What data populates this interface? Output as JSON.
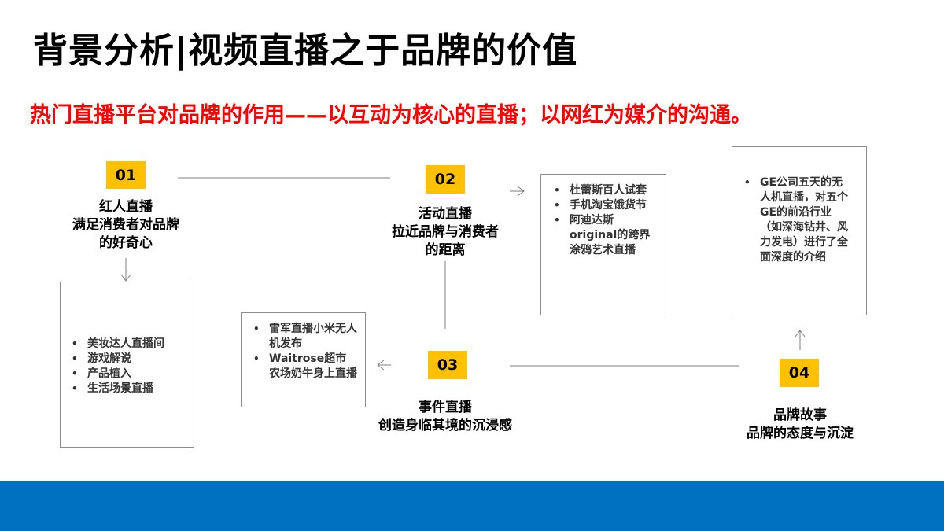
{
  "slide": {
    "title": "背景分析|视频直播之于品牌的价值",
    "subtitle": "热门直播平台对品牌的作用——以互动为核心的直播；以网红为媒介的沟通。"
  },
  "steps": [
    {
      "number": "01",
      "label_lines": [
        "红人直播",
        "满足消费者对品牌",
        "的好奇心"
      ],
      "items": [
        "美妆达人直播间",
        "游戏解说",
        "产品植入",
        "生活场景直播"
      ]
    },
    {
      "number": "02",
      "label_lines": [
        "活动直播",
        "拉近品牌与消费者",
        "的距离"
      ],
      "items": [
        "杜蕾斯百人试套",
        "手机淘宝饿货节",
        "阿迪达斯original的跨界涂鸦艺术直播"
      ]
    },
    {
      "number": "03",
      "label_lines": [
        "事件直播",
        "创造身临其境的沉浸感"
      ],
      "items": [
        "雷军直播小米无人机发布",
        "Waitrose超市农场奶牛身上直播"
      ]
    },
    {
      "number": "04",
      "label_lines": [
        "品牌故事",
        "品牌的态度与沉淀"
      ],
      "items": [
        "GE公司五天的无人机直播，对五个GE的前沿行业（如深海钻井、风力发电）进行了全面深度的介绍"
      ]
    }
  ],
  "colors": {
    "badge": "#ffc000",
    "subtitle": "#ff0000",
    "footer": "#0070c0"
  }
}
